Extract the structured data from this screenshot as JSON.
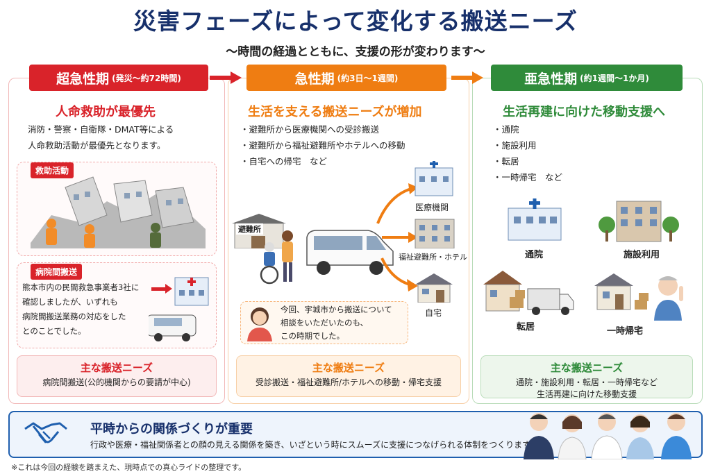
{
  "title": "災害フェーズによって変化する搬送ニーズ",
  "subtitle": "〜時間の経過とともに、支援の形が変わります〜",
  "phases": [
    {
      "name": "超急性期",
      "period": "(発災〜約72時間)",
      "color": "#d9232a",
      "heading": "人命救助が最優先",
      "lines": [
        "消防・警察・自衛隊・DMAT等による",
        "人命救助活動が最優先となります。"
      ],
      "tag_rescue": "救助活動",
      "tag_transfer": "病院間搬送",
      "transfer_lines": [
        "熊本市内の民間救急事業者3社に",
        "確認しましたが、いずれも",
        "病院間搬送業務の対応をした",
        "とのことでした。"
      ],
      "needs_title": "主な搬送ニーズ",
      "needs_desc": [
        "病院間搬送(公的機関からの要請が中心)"
      ]
    },
    {
      "name": "急性期",
      "period": "(約3日〜1週間)",
      "color": "#ef7d12",
      "heading": "生活を支える搬送ニーズが増加",
      "lines": [
        "・避難所から医療機関への受診搬送",
        "・避難所から福祉避難所やホテルへの移動",
        "・自宅への帰宅　など"
      ],
      "shelter_sign": "避難所",
      "dest_hospital": "医療機関",
      "dest_welfare": "福祉避難所・ホテル",
      "dest_home": "自宅",
      "quote_lines": [
        "今回、宇城市から搬送について",
        "相談をいただいたのも、",
        "この時期でした。"
      ],
      "needs_title": "主な搬送ニーズ",
      "needs_desc": [
        "受診搬送・福祉避難所/ホテルへの移動・帰宅支援"
      ]
    },
    {
      "name": "亜急性期",
      "period": "(約1週間〜1か月)",
      "color": "#2f8b3a",
      "heading": "生活再建に向けた移動支援へ",
      "lines": [
        "・通院",
        "・施設利用",
        "・転居",
        "・一時帰宅　など"
      ],
      "icon_hospital": "通院",
      "icon_facility": "施設利用",
      "icon_move": "転居",
      "icon_home": "一時帰宅",
      "needs_title": "主な搬送ニーズ",
      "needs_desc": [
        "通院・施設利用・転居・一時帰宅など",
        "生活再建に向けた移動支援"
      ]
    }
  ],
  "bottom": {
    "title": "平時からの関係づくりが重要",
    "text": "行政や医療・福祉関係者との顔の見える関係を築き、いざという時にスムーズに支援につなげられる体制をつくります。"
  },
  "footnote": "※これは今回の経験を踏まえた、現時点での真心ライドの整理です。"
}
